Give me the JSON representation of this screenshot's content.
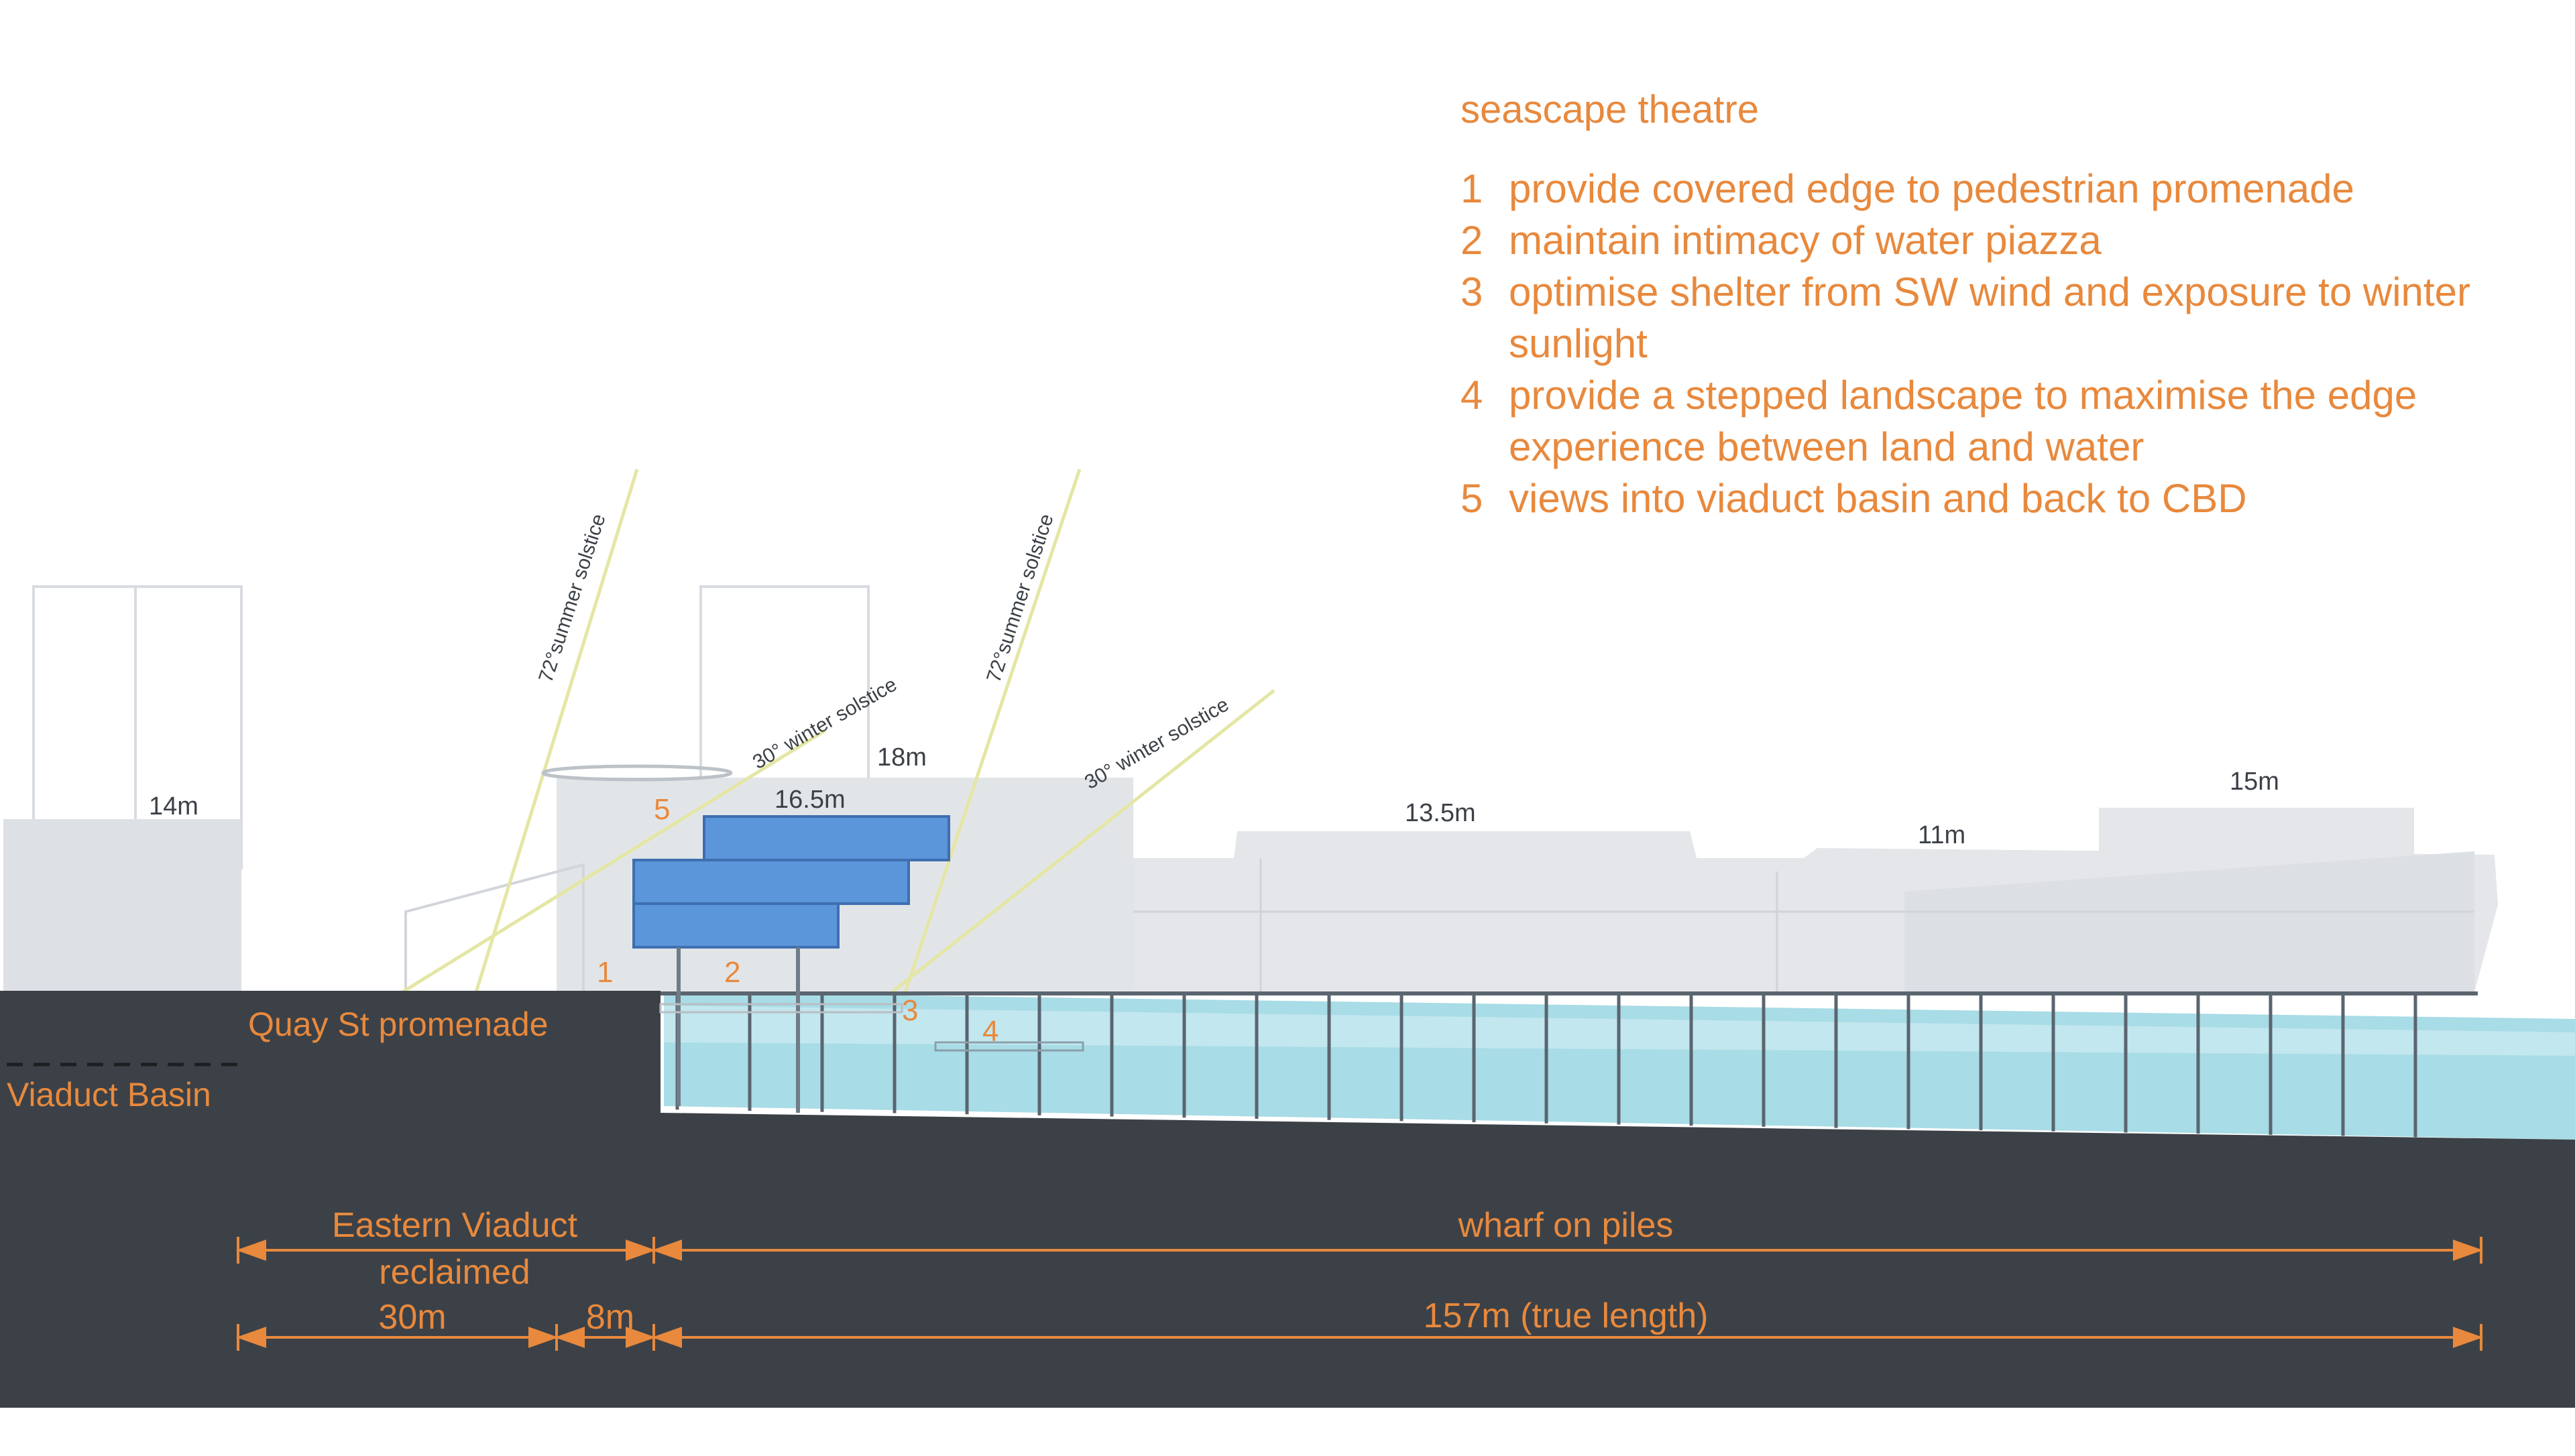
{
  "legend": {
    "title": "seascape theatre",
    "items": [
      {
        "num": "1",
        "text": "provide covered edge to pedestrian promenade"
      },
      {
        "num": "2",
        "text": "maintain intimacy of water piazza"
      },
      {
        "num": "3",
        "text": "optimise shelter from SW wind and exposure to winter sunlight"
      },
      {
        "num": "4",
        "text": "provide a stepped landscape to maximise the edge experience between land and water"
      },
      {
        "num": "5",
        "text": "views into viaduct basin and back to CBD"
      }
    ]
  },
  "sun_angles": {
    "summer_left": "72°summer solstice",
    "winter_left": "30° winter solstice",
    "summer_right": "72°summer solstice",
    "winter_right": "30° winter solstice"
  },
  "heights": {
    "h14": "14m",
    "h18": "18m",
    "h165": "16.5m",
    "h135": "13.5m",
    "h11": "11m",
    "h15": "15m"
  },
  "markers": {
    "m1": "1",
    "m2": "2",
    "m3": "3",
    "m4": "4",
    "m5": "5"
  },
  "places": {
    "quay": "Quay St promenade",
    "basin": "Viaduct Basin"
  },
  "dimensions": {
    "eastern_line1": "Eastern Viaduct",
    "eastern_line2": "reclaimed",
    "wharf": "wharf on piles",
    "d30": "30m",
    "d8": "8m",
    "d157": "157m  (true length)"
  },
  "colors": {
    "annotation": "#e8893d",
    "ground": "#3c4147",
    "water": "#a6dbe6",
    "building": "#dfe2e6",
    "theatre": "#5b95da",
    "sun_line": "#e6e8a8"
  }
}
